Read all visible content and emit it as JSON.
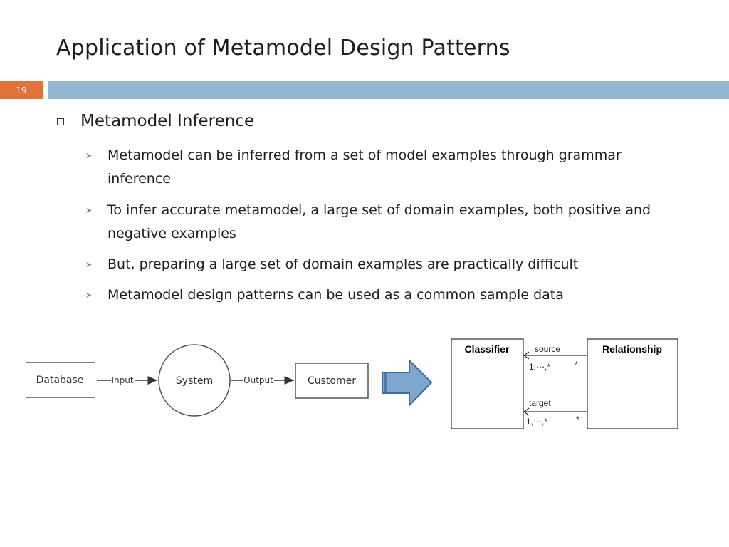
{
  "slide": {
    "title": "Application of Metamodel Design Patterns",
    "number": "19"
  },
  "content": {
    "heading": "Metamodel Inference",
    "bullets": [
      "Metamodel can be inferred from a set of model examples through grammar inference",
      "To infer accurate metamodel, a large set of domain examples, both positive and negative examples",
      "But, preparing a large set of domain examples are practically difficult",
      "Metamodel design patterns can be used as a common sample data"
    ]
  },
  "dataflow": {
    "store": "Database",
    "input_label": "Input",
    "process": "System",
    "output_label": "Output",
    "entity": "Customer"
  },
  "uml": {
    "left_class": "Classifier",
    "right_class": "Relationship",
    "assoc1_role": "source",
    "assoc1_left_mult": "1,⋯,*",
    "assoc1_right_mult": "*",
    "assoc2_role": "target",
    "assoc2_left_mult": "1,⋯,*",
    "assoc2_right_mult": "*"
  },
  "colors": {
    "accent_orange": "#e0733a",
    "accent_blue": "#94b6d2",
    "arrow_fill": "#7ea6cf",
    "arrow_stroke": "#3d6d9b"
  }
}
